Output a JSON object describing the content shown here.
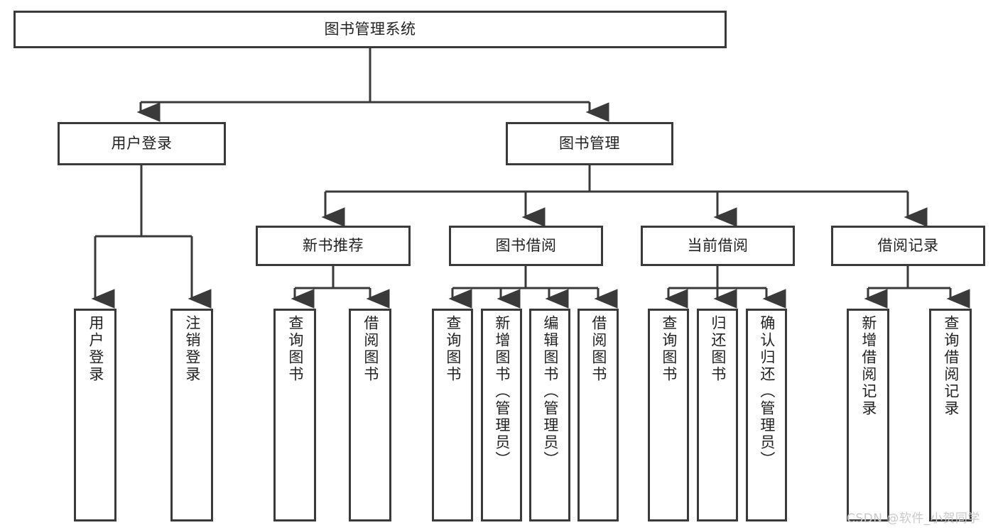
{
  "diagram": {
    "title": "图书管理系统",
    "type": "hierarchy-tree",
    "colors": {
      "box_border": "#3a3a3a",
      "box_fill": "#ffffff",
      "edge": "#3a3a3a",
      "text": "#222222",
      "watermark": "#c9c9c9",
      "background": "#ffffff"
    },
    "nodes": {
      "root": {
        "label": "图书管理系统"
      },
      "level1": [
        {
          "id": "user-login",
          "label": "用户登录"
        },
        {
          "id": "book-management",
          "label": "图书管理"
        }
      ],
      "level2": [
        {
          "id": "new-book-recommend",
          "label": "新书推荐"
        },
        {
          "id": "book-borrow",
          "label": "图书借阅"
        },
        {
          "id": "current-borrow",
          "label": "当前借阅"
        },
        {
          "id": "borrow-record",
          "label": "借阅记录"
        }
      ],
      "leaves": {
        "user_login": [
          {
            "id": "leaf-user-login",
            "label": "用户登录"
          },
          {
            "id": "leaf-logout-login",
            "label": "注销登录"
          }
        ],
        "new_book_recommend": [
          {
            "id": "leaf-query-book-1",
            "label": "查询图书"
          },
          {
            "id": "leaf-borrow-book-1",
            "label": "借阅图书"
          }
        ],
        "book_borrow": [
          {
            "id": "leaf-query-book-2",
            "label": "查询图书"
          },
          {
            "id": "leaf-add-book",
            "label": "新增图书（管理员）"
          },
          {
            "id": "leaf-edit-book",
            "label": "编辑图书（管理员）"
          },
          {
            "id": "leaf-borrow-book-2",
            "label": "借阅图书"
          }
        ],
        "current_borrow": [
          {
            "id": "leaf-query-book-3",
            "label": "查询图书"
          },
          {
            "id": "leaf-return-book",
            "label": "归还图书"
          },
          {
            "id": "leaf-confirm-return",
            "label": "确认归还（管理员）"
          }
        ],
        "borrow_record": [
          {
            "id": "leaf-add-record",
            "label": "新增借阅记录"
          },
          {
            "id": "leaf-query-record",
            "label": "查询借阅记录"
          }
        ]
      }
    },
    "watermark": "CSDN @软件_小贺同学"
  }
}
